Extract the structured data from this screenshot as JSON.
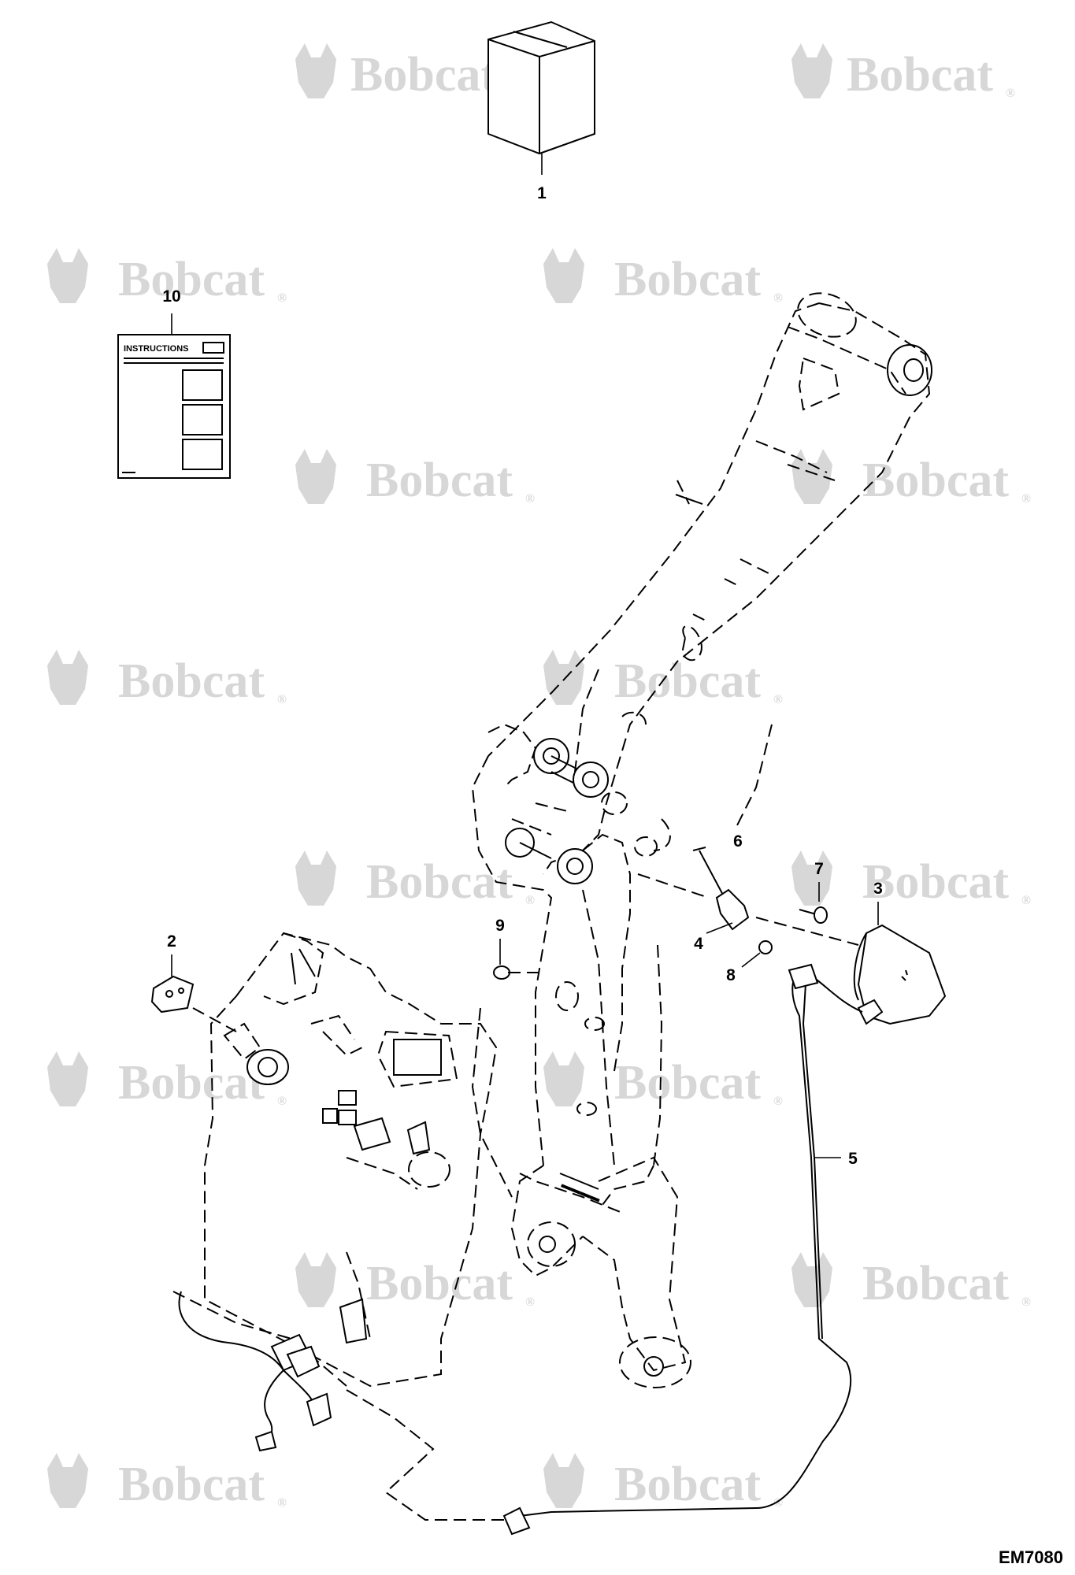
{
  "watermark": {
    "text": "Bobcat",
    "mark": "®",
    "color": "#d7d7d7"
  },
  "instruction_card": {
    "heading": "INSTRUCTIONS"
  },
  "callouts": [
    {
      "id": "1"
    },
    {
      "id": "2"
    },
    {
      "id": "3"
    },
    {
      "id": "4"
    },
    {
      "id": "5"
    },
    {
      "id": "6"
    },
    {
      "id": "7"
    },
    {
      "id": "8"
    },
    {
      "id": "9"
    },
    {
      "id": "10"
    }
  ],
  "figure_id": "EM7080"
}
